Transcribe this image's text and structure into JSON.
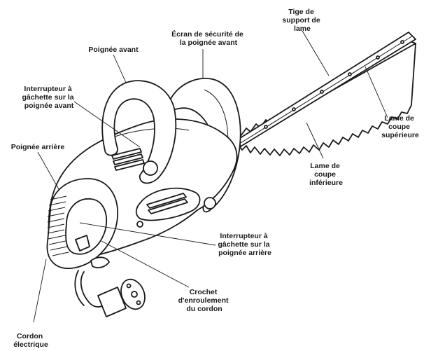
{
  "labels": {
    "blade_rod": [
      "Tige de",
      "support de",
      "lame"
    ],
    "handle_guard": [
      "Écran de sécurité de",
      "la poignée avant"
    ],
    "front_handle": [
      "Poignée avant"
    ],
    "front_trigger": [
      "Interrupteur à",
      "gâchette sur la",
      "poignée avant"
    ],
    "rear_handle": [
      "Poignée arrière"
    ],
    "upper_blade": [
      "Lame de",
      "coupe",
      "supérieure"
    ],
    "lower_blade": [
      "Lame de",
      "coupe",
      "inférieure"
    ],
    "rear_trigger": [
      "Interrupteur à",
      "gâchette sur la",
      "poignée arrière"
    ],
    "cord_hook": [
      "Crochet",
      "d'enroulement",
      "du cordon"
    ],
    "power_cord": [
      "Cordon",
      "électrique"
    ]
  }
}
